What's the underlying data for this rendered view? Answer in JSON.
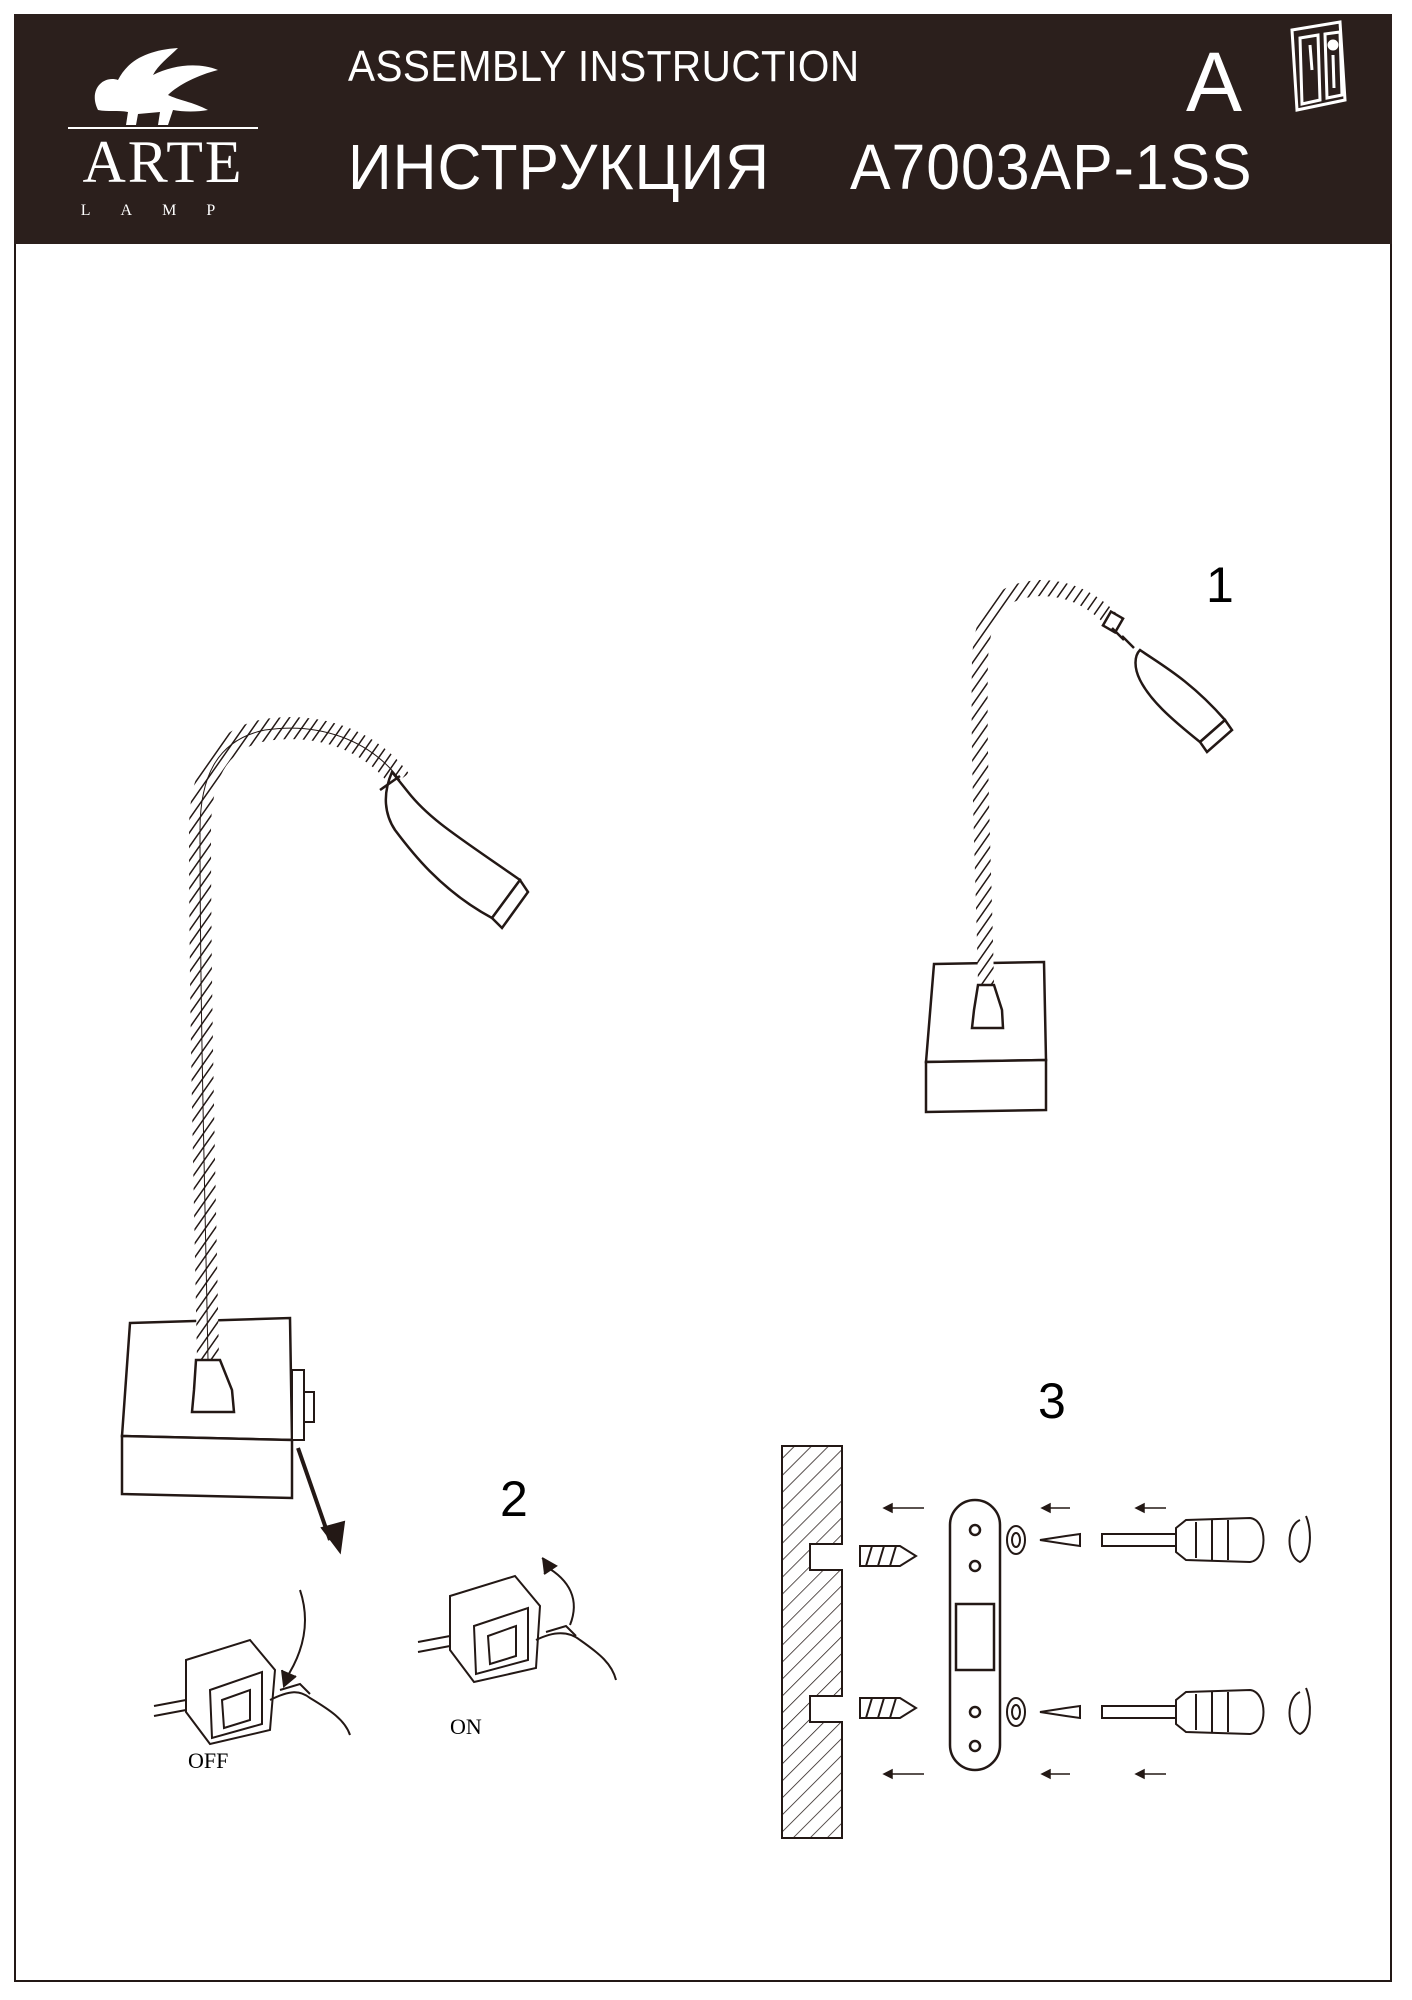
{
  "header": {
    "title_en": "ASSEMBLY INSTRUCTION",
    "title_ru": "ИНСТРУКЦИЯ",
    "model": "A7003AP-1SS",
    "section_letter": "A",
    "info_icon": "manual-info-icon"
  },
  "brand": {
    "name": "ARTE",
    "sub": "LAMP",
    "logo_icon": "griffin-logo-icon"
  },
  "steps": {
    "step1": "1",
    "step2": "2",
    "step3": "3"
  },
  "switch_labels": {
    "off": "OFF",
    "on": "ON"
  },
  "colors": {
    "header_bg": "#2b1f1c",
    "text_light": "#ffffff",
    "line": "#231815"
  }
}
